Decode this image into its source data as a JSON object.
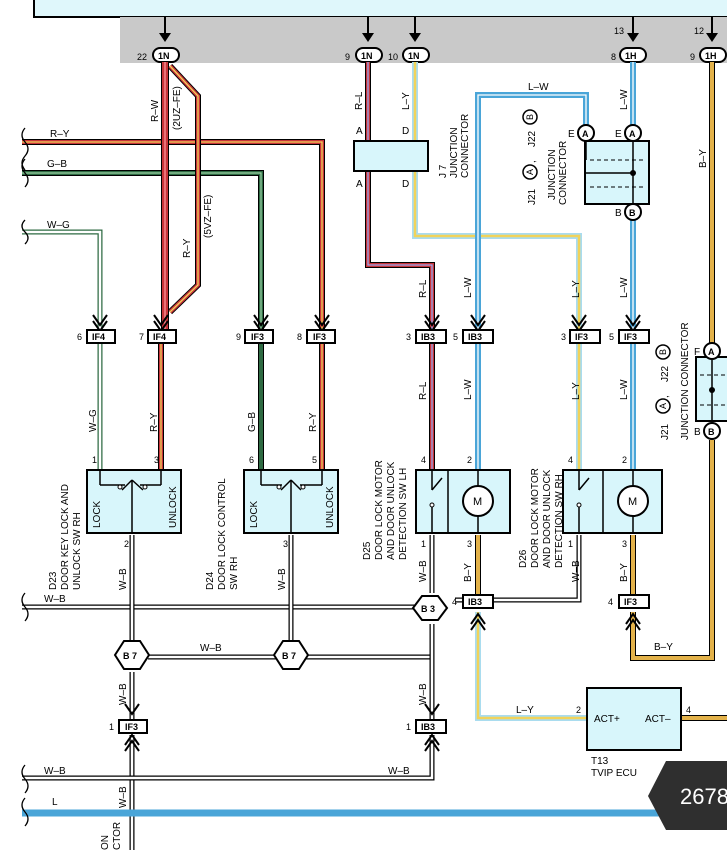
{
  "header": {
    "pins": [
      {
        "num": "22",
        "conn": "1N"
      },
      {
        "num": "9",
        "conn": "1N"
      },
      {
        "num": "10",
        "conn": "1N"
      },
      {
        "num": "8",
        "conn": "1H"
      },
      {
        "num": "9",
        "conn": "1H"
      }
    ],
    "pin_13": "13",
    "pin_12": "12"
  },
  "wires": {
    "rw": "R–W",
    "rl": "R–L",
    "ly": "L–Y",
    "lw": "L–W",
    "by": "B–Y",
    "ry": "R–Y",
    "gb": "G–B",
    "wg": "W–G",
    "wb": "W–B",
    "l": "L",
    "note_2uz": "(2UZ–FE)",
    "note_5vz": "(5VZ–FE)"
  },
  "j7": {
    "pin_a": "A",
    "pin_d": "D",
    "id": "J 7",
    "name1": "JUNCTION",
    "name2": "CONNECTOR"
  },
  "j21": {
    "pin_e": "E",
    "pin_b": "B",
    "pin_f": "F",
    "id": "J21",
    "circle_a": "A",
    "sep": ",",
    "id2": "J22",
    "circle_b": "B",
    "name1": "JUNCTION",
    "name2": "CONNECTOR",
    "name_single": "JUNCTION CONNECTOR"
  },
  "connectors": [
    {
      "pin": "6",
      "name": "IF4"
    },
    {
      "pin": "7",
      "name": "IF4"
    },
    {
      "pin": "9",
      "name": "IF3"
    },
    {
      "pin": "8",
      "name": "IF3"
    },
    {
      "pin": "3",
      "name": "IB3"
    },
    {
      "pin": "5",
      "name": "IB3"
    },
    {
      "pin": "3",
      "name": "IF3"
    },
    {
      "pin": "5",
      "name": "IF3"
    }
  ],
  "d23": {
    "pin1": "1",
    "pin3": "3",
    "pin2": "2",
    "lock": "LOCK",
    "unlock": "UNLOCK",
    "id": "D23",
    "name1": "DOOR KEY LOCK AND",
    "name2": "UNLOCK SW RH"
  },
  "d24": {
    "pin6": "6",
    "pin5": "5",
    "pin3": "3",
    "lock": "LOCK",
    "unlock": "UNLOCK",
    "id": "D24",
    "name1": "DOOR LOCK CONTROL",
    "name2": "SW RH"
  },
  "d25": {
    "pin4": "4",
    "pin2": "2",
    "pin1": "1",
    "pin3": "3",
    "motor": "M",
    "id": "D25",
    "name1": "DOOR LOCK MOTOR",
    "name2": "AND DOOR UNLOCK",
    "name3": "DETECTION SW LH"
  },
  "d26": {
    "pin4": "4",
    "pin2": "2",
    "pin1": "1",
    "pin3": "3",
    "motor": "M",
    "id": "D26",
    "name1": "DOOR LOCK MOTOR",
    "name2": "AND DOOR UNLOCK",
    "name3": "DETECTION SW RH"
  },
  "lower": {
    "b3": "B 3",
    "b7a": "B 7",
    "b7b": "B 7",
    "ib3_4_pin": "4",
    "ib3_4": "IB3",
    "if3_4_pin": "4",
    "if3_4": "IF3",
    "if3_1_pin": "1",
    "if3_1": "IF3",
    "ib3_1_pin": "1",
    "ib3_1": "IB3",
    "ly_label": "L–Y",
    "by_label": "B–Y",
    "pin2": "2",
    "pin4": "4"
  },
  "t13": {
    "plus": "ACT+",
    "minus": "ACT–",
    "id": "T13",
    "name": "TVIP ECU"
  },
  "footer": {
    "partial_text1": "ON",
    "partial_text2": "CTOR",
    "page_badge": "2678"
  },
  "colors": {
    "red": "#c8353a",
    "orange": "#f08a3c",
    "yellow": "#f1d35a",
    "green": "#2e6a42",
    "blue": "#4aa5d8",
    "light_blue": "#a9dcef",
    "box_fill": "#d8f6fb",
    "header_gray": "#c9c9c9",
    "header_fill": "#dff7fb",
    "badge_bg": "#2f2f2f"
  }
}
